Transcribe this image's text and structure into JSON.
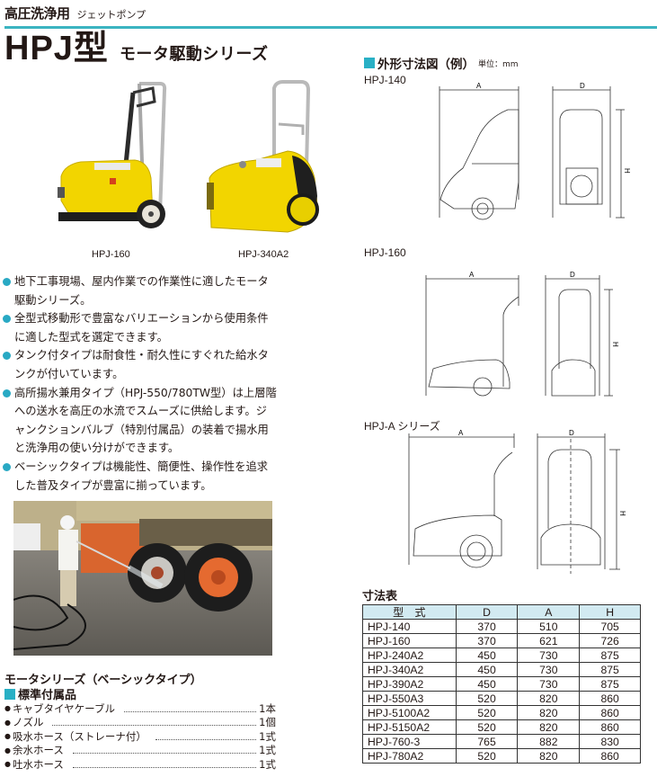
{
  "header": {
    "category": "高圧洗浄用",
    "subcategory": "ジェットポンプ",
    "model_title": "HPJ型",
    "series_title": "モータ駆動シリーズ",
    "accent_color": "#3bb4c1"
  },
  "product_photos": [
    {
      "caption": "HPJ-160"
    },
    {
      "caption": "HPJ-340A2"
    }
  ],
  "features": [
    "地下工事現場、屋内作業での作業性に適したモータ駆動シリーズ。",
    "全型式移動形で豊富なバリエーションから使用条件に適した型式を選定できます。",
    "タンク付タイプは耐食性・耐久性にすぐれた給水タンクが付いています。",
    "高所揚水兼用タイプ（HPJ-550/780TW型）は上層階への送水を高圧の水流でスムーズに供給します。ジャンクションバルブ（特別付属品）の装着で揚水用と洗浄用の使い分けができます。",
    "ベーシックタイプは機能性、簡便性、操作性を追求した普及タイプが豊富に揃っています。"
  ],
  "accessories": {
    "series_label": "モータシリーズ（ベーシックタイプ）",
    "title": "標準付属品",
    "items": [
      {
        "name": "キャブタイヤケーブル",
        "qty": "1本"
      },
      {
        "name": "ノズル",
        "qty": "1個"
      },
      {
        "name": "吸水ホース（ストレーナ付）",
        "qty": "1式"
      },
      {
        "name": "余水ホース",
        "qty": "1式"
      },
      {
        "name": "吐水ホース",
        "qty": "1式"
      }
    ]
  },
  "dimensions": {
    "title": "外形寸法図（例）",
    "unit": "単位：mm",
    "diagrams": [
      {
        "label": "HPJ-140",
        "dim_a": "A",
        "dim_d": "D",
        "dim_h": "H"
      },
      {
        "label": "HPJ-160",
        "dim_a": "A",
        "dim_d": "D",
        "dim_h": "H"
      },
      {
        "label": "HPJ-A シリーズ",
        "dim_a": "A",
        "dim_d": "D",
        "dim_h": "H"
      }
    ]
  },
  "dimension_table": {
    "title": "寸法表",
    "headers": [
      "型　式",
      "D",
      "A",
      "H"
    ],
    "rows": [
      [
        "HPJ-140",
        "370",
        "510",
        "705"
      ],
      [
        "HPJ-160",
        "370",
        "621",
        "726"
      ],
      [
        "HPJ-240A2",
        "450",
        "730",
        "875"
      ],
      [
        "HPJ-340A2",
        "450",
        "730",
        "875"
      ],
      [
        "HPJ-390A2",
        "450",
        "730",
        "875"
      ],
      [
        "HPJ-550A3",
        "520",
        "820",
        "860"
      ],
      [
        "HPJ-5100A2",
        "520",
        "820",
        "860"
      ],
      [
        "HPJ-5150A2",
        "520",
        "820",
        "860"
      ],
      [
        "HPJ-760-3",
        "765",
        "882",
        "830"
      ],
      [
        "HPJ-780A2",
        "520",
        "820",
        "860"
      ]
    ]
  }
}
